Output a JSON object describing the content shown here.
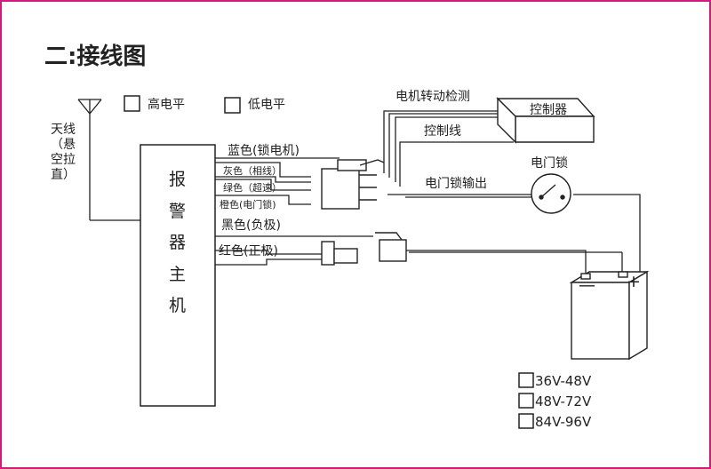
{
  "title": "二:接线图",
  "legend": {
    "high": "高电平",
    "low": "低电平"
  },
  "antenna": [
    "天线",
    "（悬",
    "空拉",
    "直）"
  ],
  "host": [
    "报",
    "警",
    "器",
    "主",
    "机"
  ],
  "wires": {
    "blue": "蓝色(锁电机)",
    "gray": "灰色（相线）",
    "green": "绿色（超速）",
    "orange": "橙色(电门锁)",
    "black": "黑色(负极)",
    "red": "红色(正极)"
  },
  "labels": {
    "motor_detect": "电机转动检测",
    "control_line": "控制线",
    "controller": "控制器",
    "ignition": "电门锁",
    "ignition_out": "电门锁输出",
    "minus": "—",
    "plus": "+"
  },
  "voltages": [
    "36V-48V",
    "48V-72V",
    "84V-96V"
  ]
}
